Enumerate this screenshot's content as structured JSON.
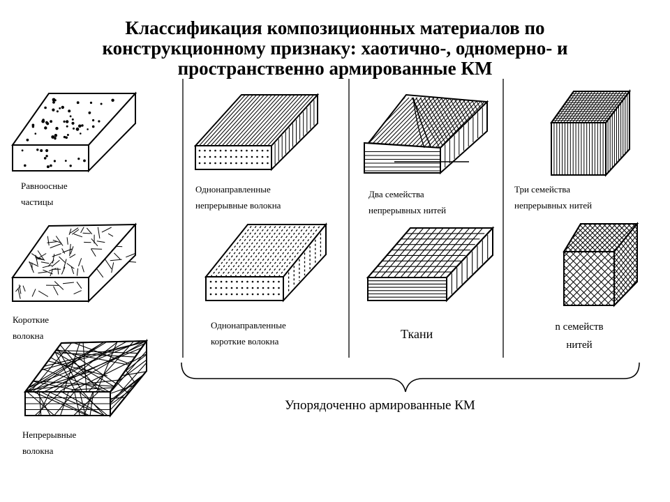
{
  "title": {
    "line1": "Классификация композиционных материалов по",
    "line2": "конструкционному признаку: хаотично-, одномерно- и",
    "line3": "пространственно армированные КМ"
  },
  "left": {
    "equiaxed": [
      "Равноосные",
      "частицы"
    ],
    "short": [
      "Короткие",
      "волокна"
    ],
    "continuous": [
      "Непрерывные",
      "волокна"
    ]
  },
  "col2": {
    "uni_cont": [
      "Однонаправленные",
      "непрерывные  волокна"
    ],
    "uni_short": [
      "Однонаправленные",
      "короткие  волокна"
    ]
  },
  "col3": {
    "two": [
      "Два семейства",
      "непрерывных нитей"
    ],
    "fabric": "Ткани"
  },
  "col4": {
    "three": [
      "Три семейства",
      "непрерывных нитей"
    ],
    "n": [
      "n семейств",
      "нитей"
    ]
  },
  "brace_caption": "Упорядоченно армированные КМ",
  "colors": {
    "ink": "#000000",
    "background": "#ffffff"
  }
}
